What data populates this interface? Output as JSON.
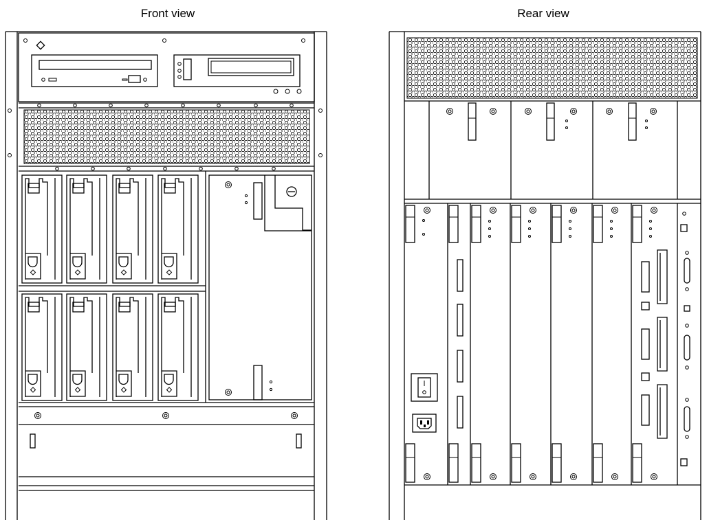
{
  "labels": {
    "front_view": "Front view",
    "rear_view": "Rear view"
  },
  "components": {
    "front": [
      "removable-media-bay",
      "front-grille",
      "disk-bays-upper-row",
      "disk-bays-lower-row",
      "power-supply-bay-front",
      "bottom-panel"
    ],
    "rear": [
      "rear-grille",
      "power-supply-modules-rear",
      "system-board-slots",
      "power-switch",
      "ac-inlet",
      "io-connectors"
    ]
  },
  "counts": {
    "front_disk_bays": 8,
    "rear_power_supplies": 3,
    "rear_board_slots": 7
  }
}
